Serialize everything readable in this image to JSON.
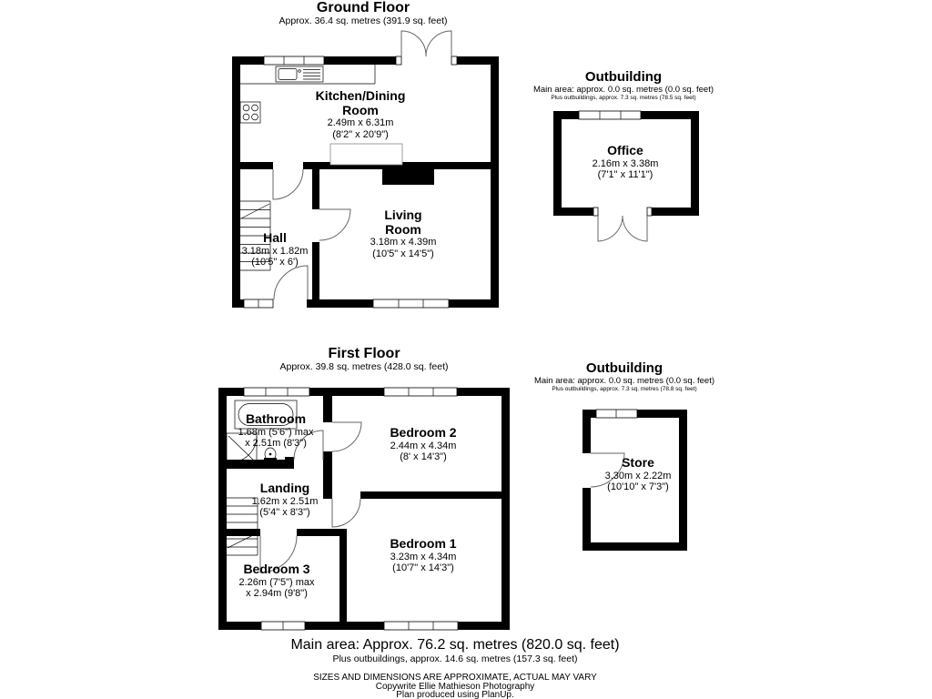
{
  "ground_floor": {
    "title": "Ground Floor",
    "subtitle": "Approx. 36.4 sq. metres (391.9 sq. feet)",
    "rooms": {
      "kitchen_dining": {
        "name": "Kitchen/Dining Room",
        "dims": [
          "2.49m x 6.31m",
          "(8'2\" x 20'9\")"
        ]
      },
      "living_room": {
        "name": "Living Room",
        "dims": [
          "3.18m x 4.39m",
          "(10'5\" x 14'5\")"
        ]
      },
      "hall": {
        "name": "Hall",
        "dims": [
          "3.18m x 1.82m",
          "(10'5\" x 6')"
        ]
      }
    }
  },
  "outbuilding_ground": {
    "title": "Outbuilding",
    "main_area": "Main area: approx. 0.0 sq. metres (0.0 sq. feet)",
    "plus_outbuildings": "Plus outbuildings, approx. 7.3 sq. metres (78.5 sq. feet)",
    "rooms": {
      "office": {
        "name": "Office",
        "dims": [
          "2.16m x 3.38m",
          "(7'1\" x 11'1\")"
        ]
      }
    }
  },
  "first_floor": {
    "title": "First Floor",
    "subtitle": "Approx. 39.8 sq. metres (428.0 sq. feet)",
    "rooms": {
      "bathroom": {
        "name": "Bathroom",
        "dims": [
          "1.68m (5'6\") max",
          "x 2.51m (8'3\")"
        ]
      },
      "bedroom_2": {
        "name": "Bedroom 2",
        "dims": [
          "2.44m x 4.34m",
          "(8' x 14'3\")"
        ]
      },
      "landing": {
        "name": "Landing",
        "dims": [
          "1.62m x 2.51m",
          "(5'4\" x 8'3\")"
        ]
      },
      "bedroom_1": {
        "name": "Bedroom 1",
        "dims": [
          "3.23m x 4.34m",
          "(10'7\" x 14'3\")"
        ]
      },
      "bedroom_3": {
        "name": "Bedroom 3",
        "dims": [
          "2.26m (7'5\") max",
          "x 2.94m (9'8\")"
        ]
      }
    }
  },
  "outbuilding_first": {
    "title": "Outbuilding",
    "main_area": "Main area: approx. 0.0 sq. metres (0.0 sq. feet)",
    "plus_outbuildings": "Plus outbuildings, approx. 7.3 sq. metres (78.8 sq. feet)",
    "rooms": {
      "store": {
        "name": "Store",
        "dims": [
          "3.30m x 2.22m",
          "(10'10\" x 7'3\")"
        ]
      }
    }
  },
  "footer": {
    "main_area": "Main area: Approx. 76.2 sq. metres (820.0 sq. feet)",
    "plus_outbuildings": "Plus outbuildings, approx. 14.6 sq. metres (157.3 sq. feet)",
    "disclaimer": "SIZES AND DIMENSIONS ARE APPROXIMATE, ACTUAL MAY VARY",
    "copyright": "Copywrite Ellie Mathieson Photography",
    "produced_by": "Plan produced using PlanUp."
  },
  "colors": {
    "wall": "#000000",
    "background": "#ffffff",
    "door_arc": "#666666"
  }
}
